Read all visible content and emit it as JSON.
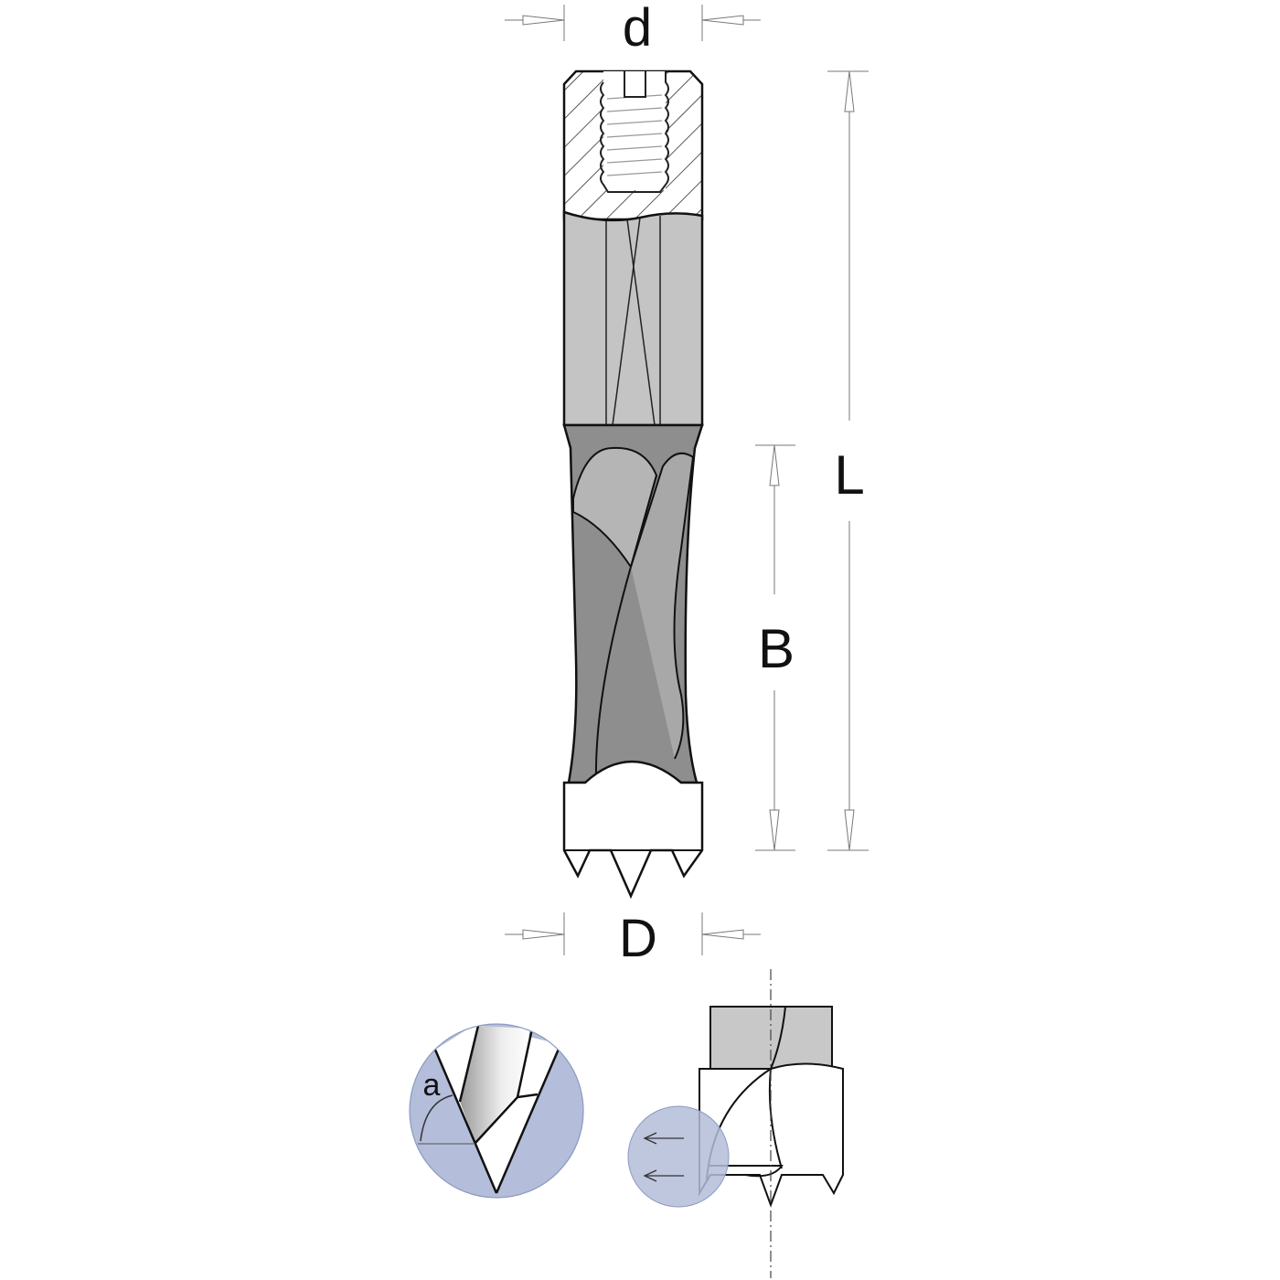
{
  "labels": {
    "shank_diameter": "d",
    "overall_length": "L",
    "cutting_length": "B",
    "cutting_diameter": "D",
    "angle": "a"
  },
  "colors": {
    "shank_gray": "#c4c4c4",
    "flute_gray": "#8e8e8e",
    "detail_blue": "#b4bdd9",
    "outline": "#111111"
  }
}
